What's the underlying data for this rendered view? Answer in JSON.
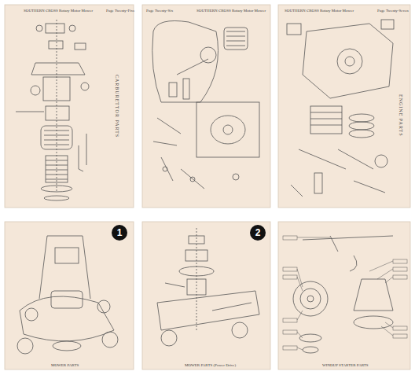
{
  "diagram": {
    "nodes": [
      {
        "text": [
          "1"
        ]
      },
      {
        "text": [
          "2"
        ]
      }
    ],
    "labels": [
      "SOUTHERN CROSS Rotary Motor Mower",
      "Page Twenty-Five",
      "CARBURETTOR PARTS",
      "Page Twenty-Six",
      "SOUTHERN CROSS Rotary Motor Mower",
      "SOUTHERN CROSS Rotary Motor Mower",
      "Page Twenty-Seven",
      "ENGINE PARTS",
      "MOWER PARTS",
      "MOWER PARTS (Power Drive)",
      "WINDUP STARTER PARTS"
    ]
  }
}
